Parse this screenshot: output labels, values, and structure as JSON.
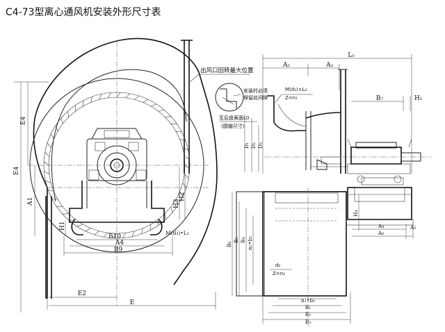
{
  "title": "C4-73型离心通风机安装外形尺寸表",
  "notes": {
    "outlet_rotation": "出风口回转最大位置",
    "safety_ring": "安装时必须",
    "safety_ring2": "保留此间隙",
    "rear_edge": "至后盘表面L0",
    "bell_size": "(圆帽尺寸)",
    "m_d2_l2": "M(d₂)×L₂",
    "z_n1": "Z=n₁",
    "m_d3_l1": "M(d₃)•L₁",
    "d2": "d₂",
    "z_n2": "Z=n₂"
  },
  "dims_front": {
    "e4_top": "E4",
    "e4_left": "E4",
    "a1": "A1",
    "h1": "H1",
    "h2": "H2",
    "h3": "H3",
    "b10": "B10",
    "a4": "A4",
    "b9": "B9",
    "e2": "E2",
    "e": "E"
  },
  "dims_side": {
    "l0": "L₀",
    "a2": "A₂",
    "a3": "A₃",
    "b7": "B₇",
    "h5": "H₅",
    "d1": "D₁",
    "d2": "D₂",
    "d3": "D₃",
    "h4": "H₄",
    "a4": "A₄",
    "a5": "A₅",
    "a6": "A₆",
    "b6": "B₆",
    "b5": "B₅",
    "b4": "B₄",
    "n2b2": "n₂•b₂",
    "n1b1": "n₁•b₁",
    "b1": "B₁",
    "b2": "B₂",
    "b3": "B₃"
  }
}
